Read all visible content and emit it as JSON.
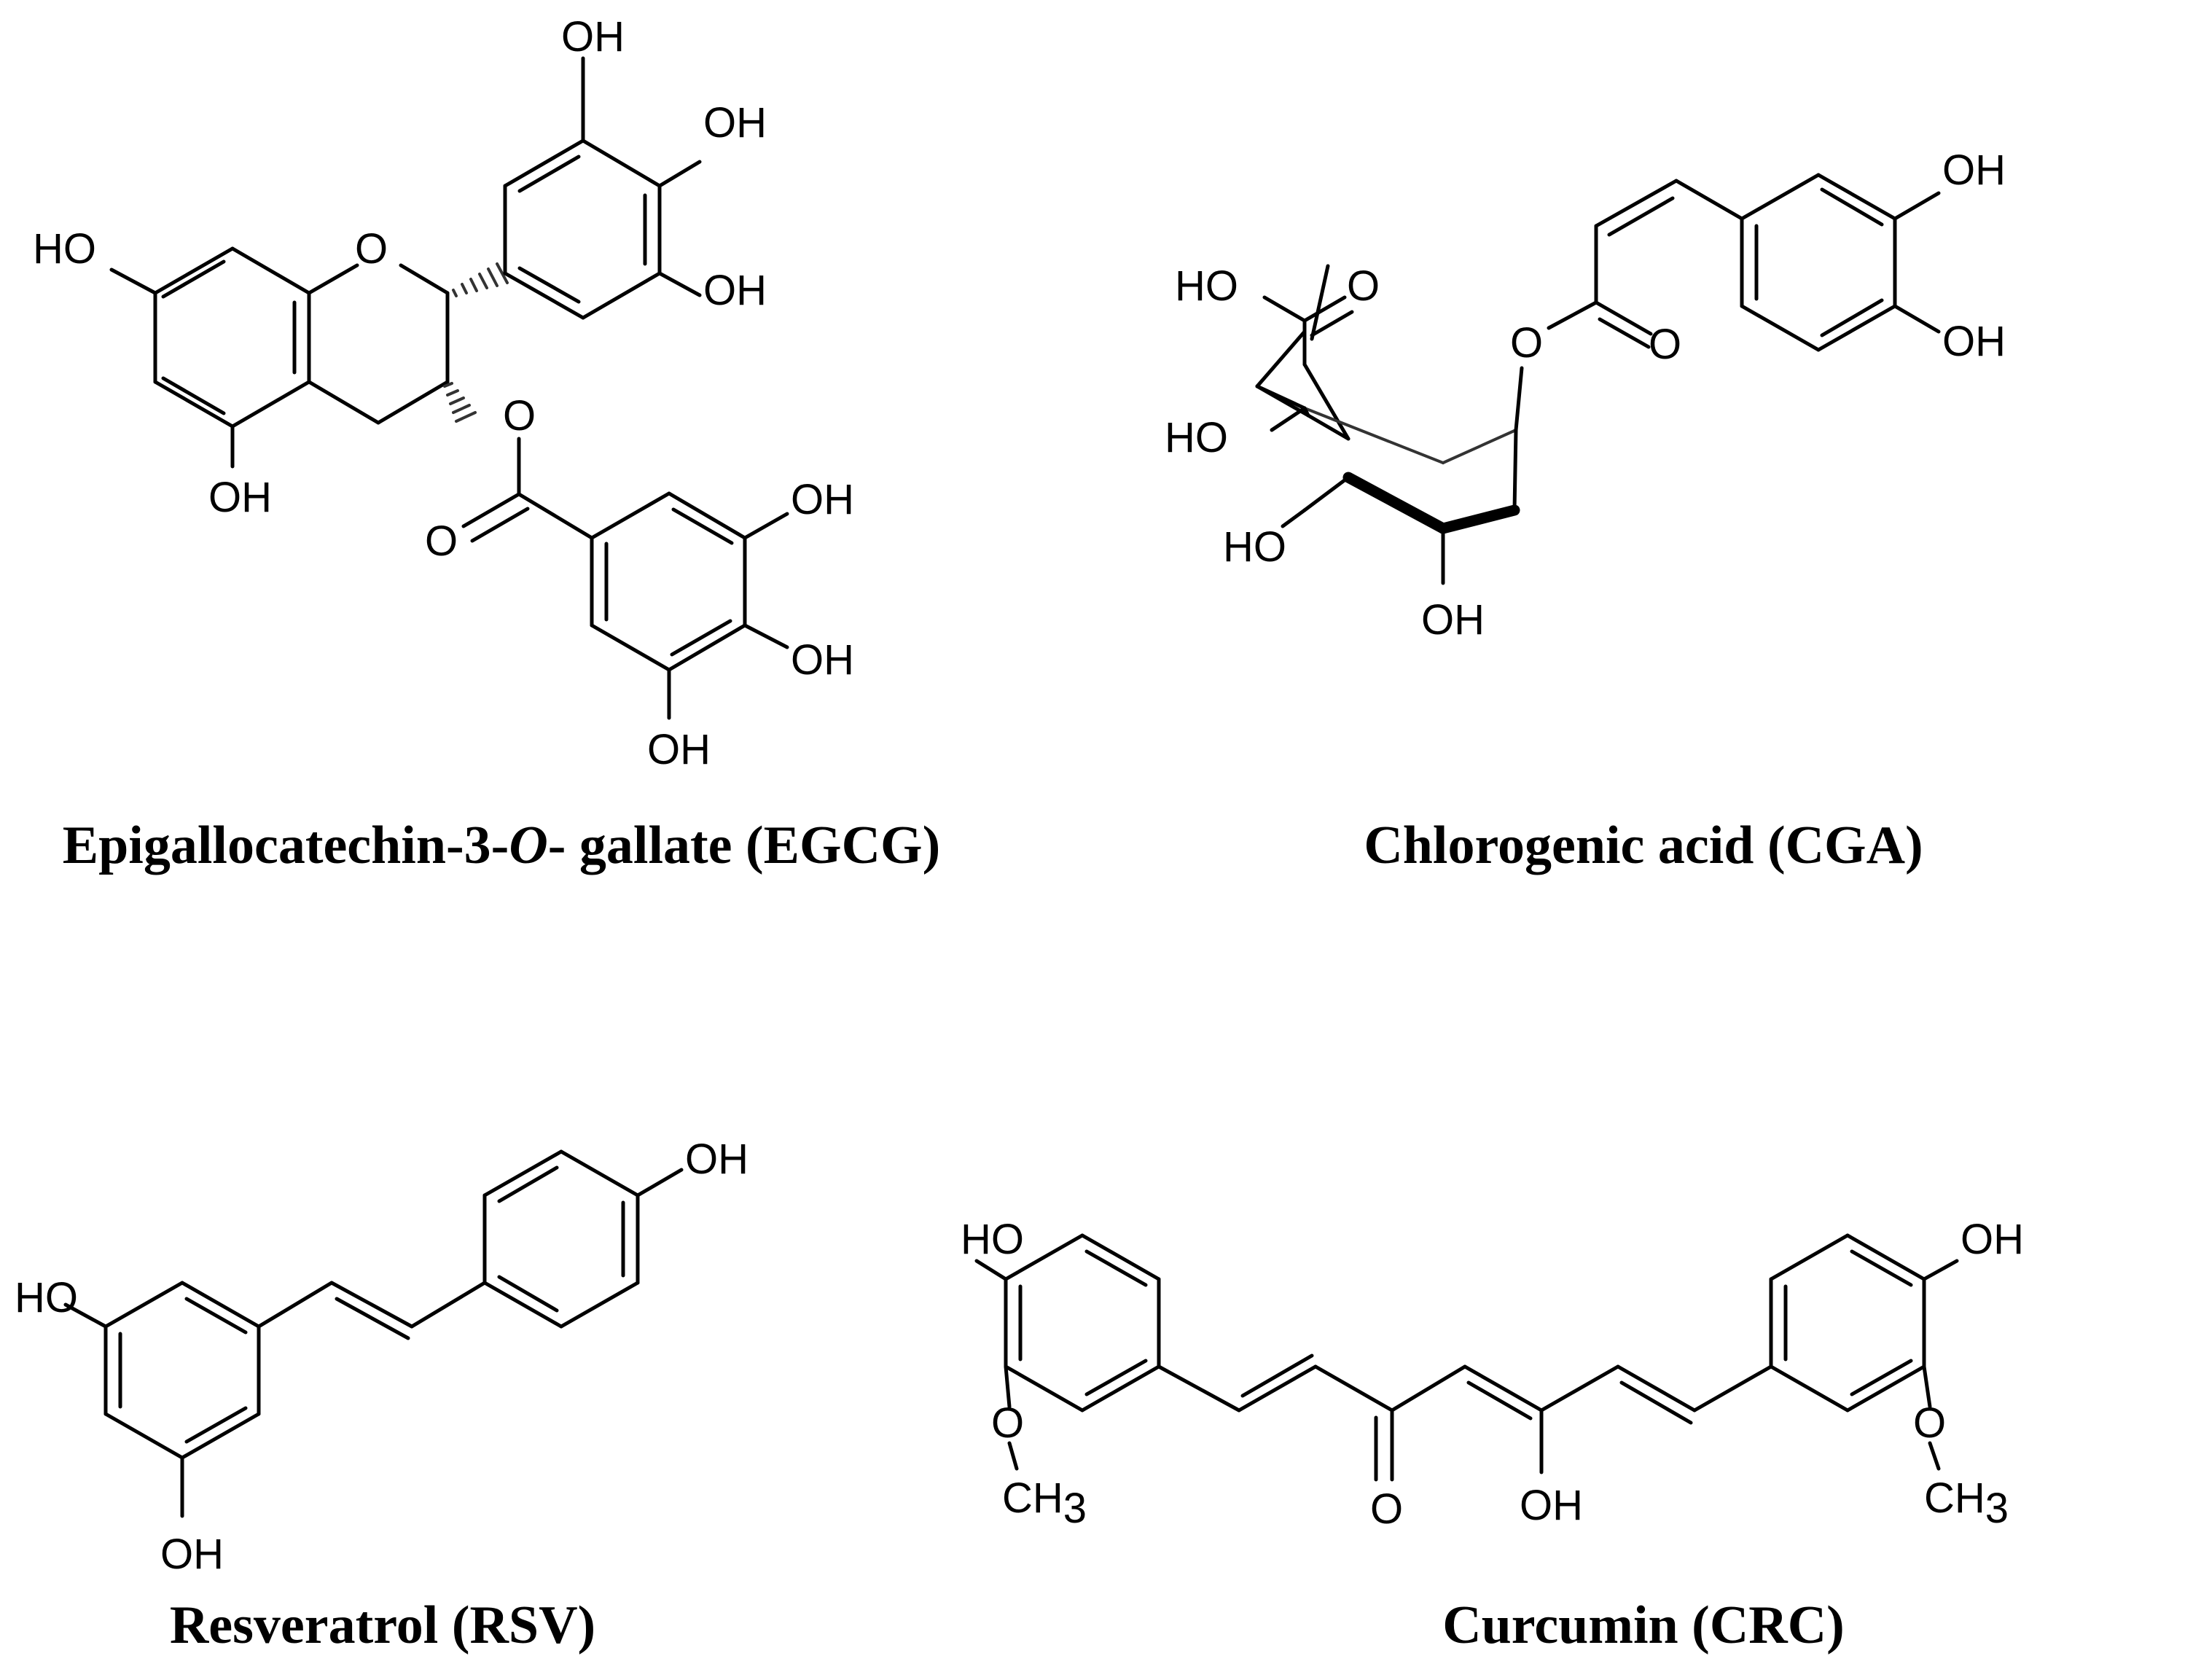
{
  "molecules": [
    {
      "id": "egcg",
      "caption_before": "Epigallocatechin-3-",
      "caption_italic": "O",
      "caption_after": "- gallate (EGCG)",
      "atoms": {
        "ho_left": "HO",
        "o_ring": "O",
        "oh_5": "OH",
        "oh_b_top": "OH",
        "oh_b_mid": "OH",
        "oh_b_bot": "OH",
        "o_ester": "O",
        "o_carbonyl": "O",
        "oh_g_top": "OH",
        "oh_g_mid": "OH",
        "oh_g_bot": "OH"
      }
    },
    {
      "id": "cga",
      "caption": "Chlorogenic acid (CGA)",
      "atoms": {
        "ho_acid": "HO",
        "o_acid": "O",
        "ho_1": "HO",
        "ho_5": "HO",
        "oh_4": "OH",
        "o_ester": "O",
        "o_carbonyl": "O",
        "oh_ar_top": "OH",
        "oh_ar_bot": "OH"
      }
    },
    {
      "id": "rsv",
      "caption": "Resveratrol (RSV)",
      "atoms": {
        "ho_left": "HO",
        "oh_bottom": "OH",
        "oh_top": "OH"
      }
    },
    {
      "id": "crc",
      "caption": "Curcumin (CRC)",
      "atoms": {
        "ho_left": "HO",
        "o_left": "O",
        "ch3_left": "CH",
        "ch3_left_sub": "3",
        "o_keto": "O",
        "oh_enol": "OH",
        "oh_right": "OH",
        "o_right": "O",
        "ch3_right": "CH",
        "ch3_right_sub": "3"
      }
    }
  ]
}
